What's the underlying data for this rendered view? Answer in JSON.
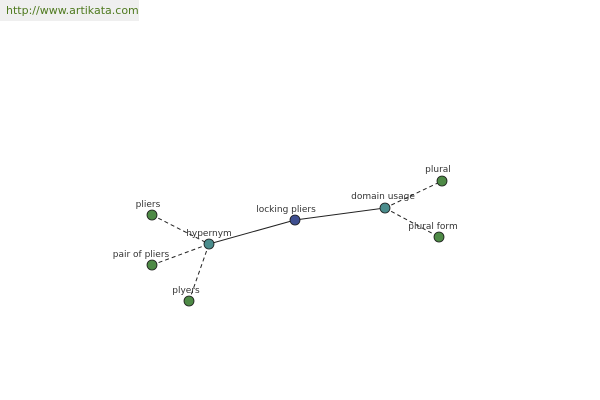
{
  "banner": {
    "url": "http://www.artikata.com"
  },
  "colors": {
    "leaf": "#4e8a46",
    "relation": "#4a8c8c",
    "center": "#3f4f90",
    "node_stroke": "#1a1a1a"
  },
  "graph": {
    "nodes": [
      {
        "id": "center",
        "label": "locking pliers",
        "kind": "center"
      },
      {
        "id": "hypernym",
        "label": "hypernym",
        "kind": "relation"
      },
      {
        "id": "domain-usage",
        "label": "domain usage",
        "kind": "relation"
      },
      {
        "id": "pliers",
        "label": "pliers",
        "kind": "leaf"
      },
      {
        "id": "pair-of-pliers",
        "label": "pair of pliers",
        "kind": "leaf"
      },
      {
        "id": "plyers",
        "label": "plyers",
        "kind": "leaf"
      },
      {
        "id": "plural",
        "label": "plural",
        "kind": "leaf"
      },
      {
        "id": "plural-form",
        "label": "plural form",
        "kind": "leaf"
      }
    ],
    "edges": [
      {
        "from": "hypernym",
        "to": "center",
        "style": "solid"
      },
      {
        "from": "center",
        "to": "domain-usage",
        "style": "solid"
      },
      {
        "from": "pliers",
        "to": "hypernym",
        "style": "dashed"
      },
      {
        "from": "pair-of-pliers",
        "to": "hypernym",
        "style": "dashed"
      },
      {
        "from": "plyers",
        "to": "hypernym",
        "style": "dashed"
      },
      {
        "from": "domain-usage",
        "to": "plural",
        "style": "dashed"
      },
      {
        "from": "domain-usage",
        "to": "plural-form",
        "style": "dashed"
      }
    ]
  }
}
